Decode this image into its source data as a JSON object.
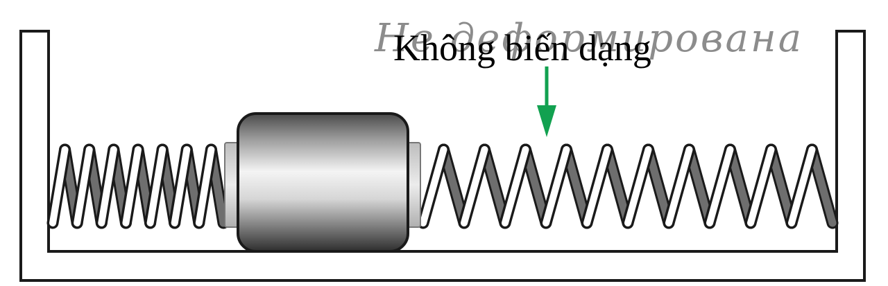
{
  "labels": {
    "ghost_text": "Не деформирована",
    "main_text": "Không biến dạng"
  },
  "colors": {
    "arrow": "#12a150",
    "spring_back": "#6e6e6e",
    "spring_front": "#ffffff",
    "outline": "#1a1a1a",
    "block_dark": "#3c3c3c",
    "block_light": "#f2f2f2",
    "collar": "#d8d8d8"
  },
  "objects": {
    "container": "tray",
    "block": "sliding-block",
    "left_spring": "compressed-spring",
    "right_spring": "relaxed-spring",
    "arrow": "down-arrow"
  }
}
